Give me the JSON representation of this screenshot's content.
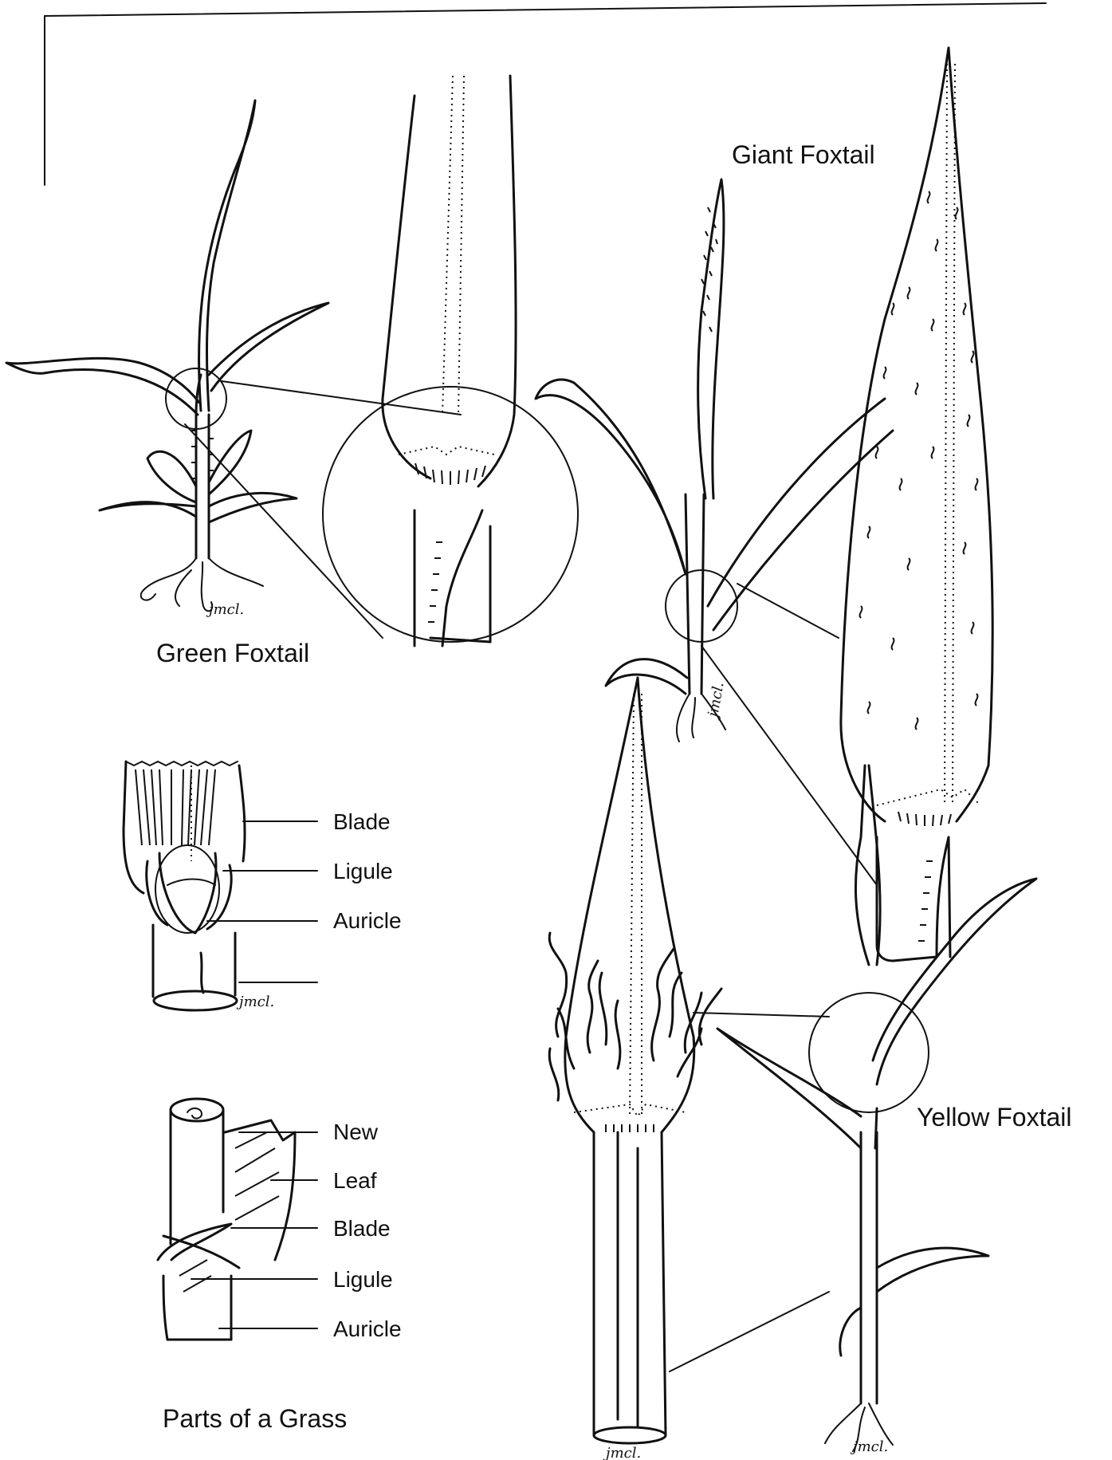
{
  "titles": {
    "green_foxtail": "Green Foxtail",
    "giant_foxtail": "Giant Foxtail",
    "yellow_foxtail": "Yellow Foxtail",
    "parts_of_a_grass": "Parts of a Grass"
  },
  "labels_upper": [
    "Blade",
    "Ligule",
    "Auricle"
  ],
  "labels_lower": [
    "New",
    "Leaf",
    "Blade",
    "Ligule",
    "Auricle"
  ],
  "signature": "jmcl."
}
